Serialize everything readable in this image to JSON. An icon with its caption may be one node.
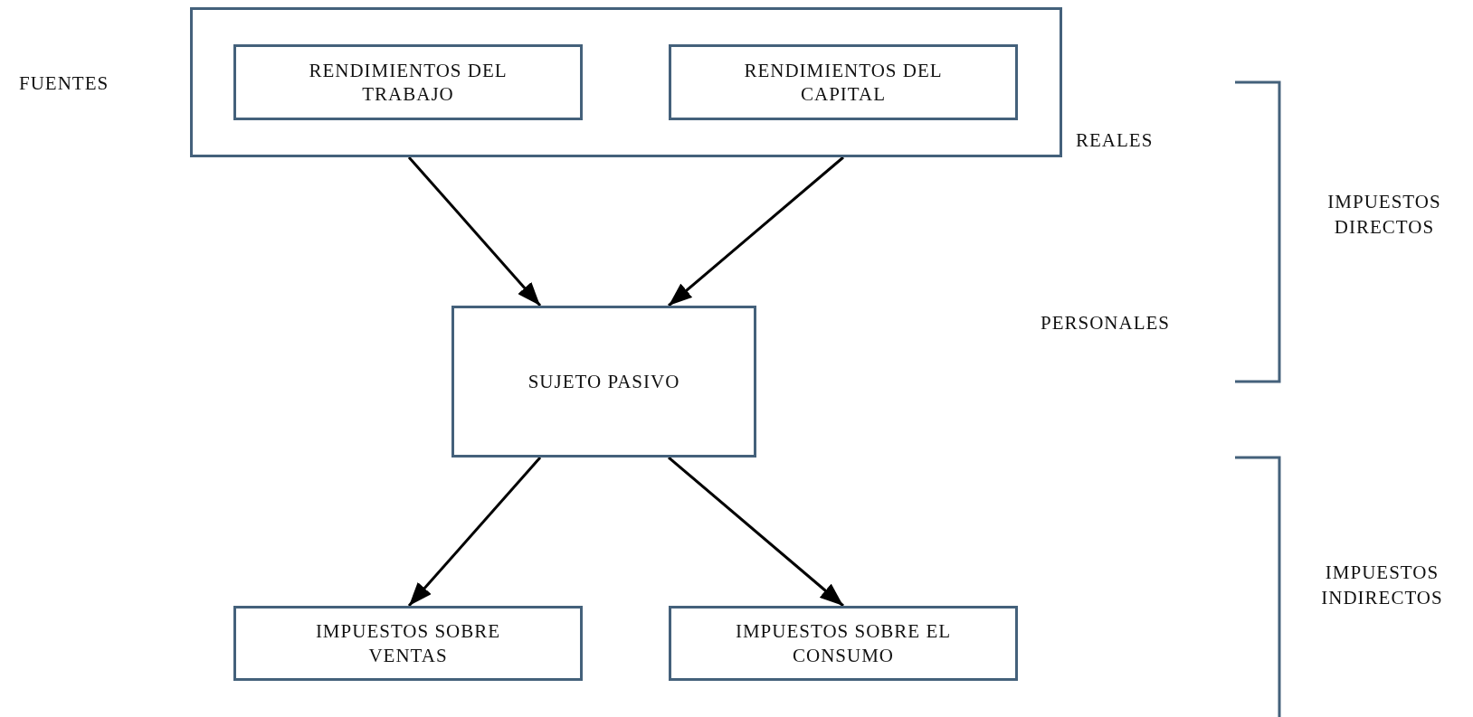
{
  "diagram": {
    "nodes": [
      {
        "text": [],
        "shape": "box"
      },
      {
        "text": [
          "RENDIMIENTOS DEL TRABAJO"
        ],
        "in": 0
      },
      {
        "text": [
          "RENDIMIENTOS DEL CAPITAL"
        ],
        "in": 0
      },
      {
        "text": [
          "SUJETO PASIVO"
        ]
      },
      {
        "text": [
          "IMPUESTOS SOBRE VENTAS"
        ]
      },
      {
        "text": [
          "IMPUESTOS SOBRE EL CONSUMO"
        ]
      }
    ],
    "edges": [
      {
        "from": 0,
        "to": 3,
        "arrow": "to"
      },
      {
        "from": 0,
        "to": 3,
        "arrow": "to"
      },
      {
        "from": 3,
        "to": 4,
        "arrow": "to"
      },
      {
        "from": 3,
        "to": 5,
        "arrow": "to"
      }
    ],
    "labels": [
      "FUENTES",
      "REALES",
      "PERSONALES",
      "IMPUESTOS DIRECTOS",
      "IMPUESTOS INDIRECTOS"
    ]
  }
}
